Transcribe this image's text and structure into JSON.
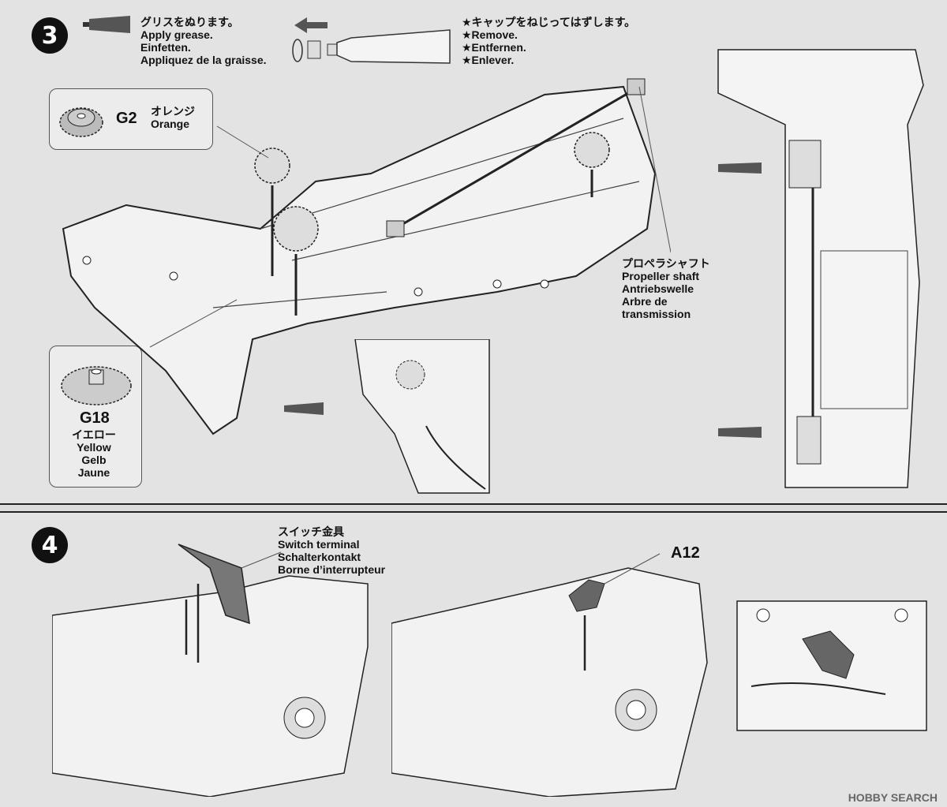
{
  "step3": {
    "number": "3",
    "grease": [
      "グリスをぬります。",
      "Apply grease.",
      "Einfetten.",
      "Appliquez de la graisse."
    ],
    "cap": [
      "★キャップをねじってはずします。",
      "★Remove.",
      "★Entfernen.",
      "★Enlever."
    ],
    "gear_g2": {
      "code": "G2",
      "jp": "オレンジ",
      "en": "Orange"
    },
    "gear_g18": {
      "code": "G18",
      "jp": "イエロー",
      "en": "Yellow",
      "de": "Gelb",
      "fr": "Jaune"
    },
    "shaft": [
      "プロペラシャフト",
      "Propeller shaft",
      "Antriebswelle",
      "Arbre de",
      "transmission"
    ]
  },
  "step4": {
    "number": "4",
    "switch": [
      "スイッチ金具",
      "Switch terminal",
      "Schalterkontakt",
      "Borne d’interrupteur"
    ],
    "part": "A12"
  },
  "watermark": "HOBBY SEARCH"
}
